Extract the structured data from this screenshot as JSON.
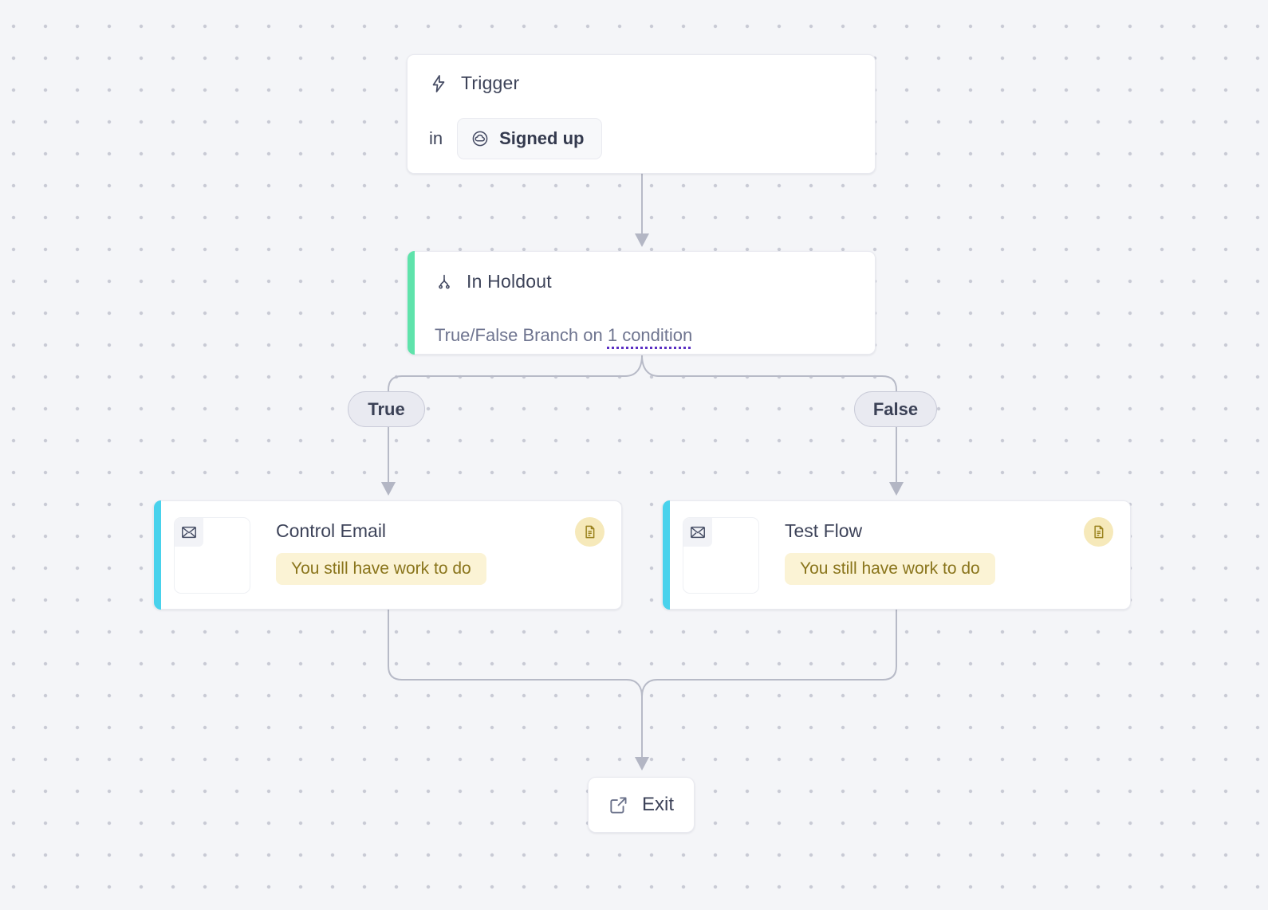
{
  "canvas": {
    "background": "#f4f5f8",
    "dot_color": "#c8cad5",
    "connector_color": "#b7bac7"
  },
  "trigger": {
    "title": "Trigger",
    "prefix": "in",
    "event": "Signed up",
    "icons": {
      "title": "lightning-icon",
      "event": "cloud-circle-icon"
    }
  },
  "holdout": {
    "title": "In Holdout",
    "description_prefix": "True/False Branch on ",
    "condition_link": "1 condition",
    "accent_color": "#5fe3ab",
    "underline_color": "#5b2fc4",
    "icon": "branch-icon"
  },
  "branches": {
    "true_label": "True",
    "false_label": "False"
  },
  "control_email": {
    "title": "Control Email",
    "warning": "You still have work to do",
    "accent_color": "#49d2ec",
    "icons": {
      "thumbnail": "envelope-icon",
      "badge": "document-icon"
    }
  },
  "test_flow": {
    "title": "Test Flow",
    "warning": "You still have work to do",
    "accent_color": "#49d2ec",
    "icons": {
      "thumbnail": "envelope-icon",
      "badge": "document-icon"
    }
  },
  "exit": {
    "title": "Exit",
    "icon": "external-link-icon"
  },
  "status_colors": {
    "warning_pill_bg": "#fbf3d5",
    "warning_pill_text": "#8a751c",
    "doc_badge_bg": "#f6e9ba",
    "doc_badge_icon": "#9b831f"
  }
}
